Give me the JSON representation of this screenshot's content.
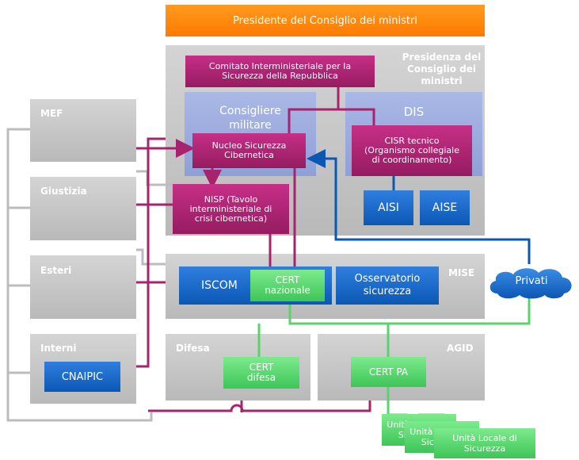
{
  "top": {
    "title": "Presidente del Consiglio dei ministri"
  },
  "presidenza": {
    "label": "Presidenza del Consiglio dei ministri",
    "comitato": "Comitato Interministeriale per la Sicurezza della Repubblica",
    "consigliere": "Consigliere militare",
    "nucleo": "Nucleo Sicurezza Cibernetica",
    "dis": "DIS",
    "cisr": "CISR tecnico (Organismo collegiale di coordinamento)",
    "nisp": "NISP (Tavolo interministeriale di crisi cibernetica)",
    "aisi": "AISI",
    "aise": "AISE"
  },
  "ministries": {
    "mef": "MEF",
    "giustizia": "Giustizia",
    "esteri": "Esteri",
    "interni": "Interni",
    "cnaipic": "CNAIPIC"
  },
  "mise": {
    "label": "MISE",
    "iscom": "ISCOM",
    "cert_nazionale": "CERT nazionale",
    "osservatorio": "Osservatorio sicurezza"
  },
  "privati": "Privati",
  "difesa": {
    "label": "Difesa",
    "cert": "CERT difesa"
  },
  "agid": {
    "label": "AGID",
    "cert": "CERT PA"
  },
  "unita": [
    "Unità Locale di Sicurezza",
    "Unità Locale di Sicurezza",
    "Unità Locale di Sicurezza"
  ],
  "colors": {
    "orange": "#ff8400",
    "magenta": "#a8236e",
    "blue": "#0b57b4",
    "green": "#3ec558",
    "grey": "#c4c4c4"
  }
}
